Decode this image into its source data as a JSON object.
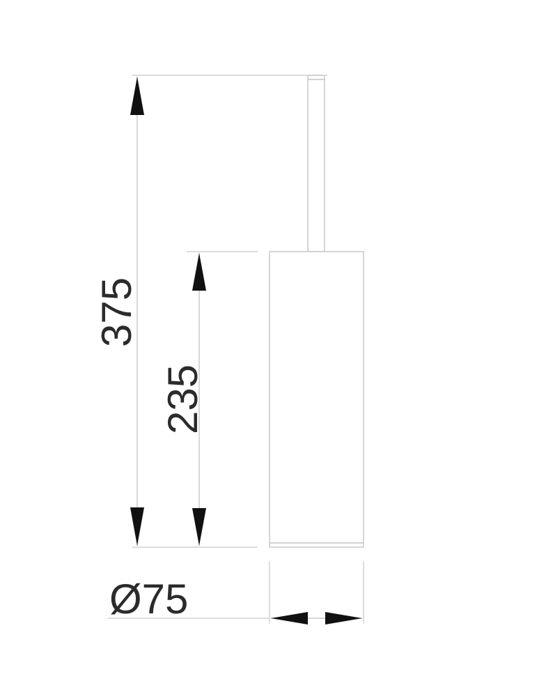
{
  "dimensions": {
    "total_height": "375",
    "container_height": "235",
    "diameter": "Ø75"
  },
  "colors": {
    "text": "#2b2b2b",
    "arrow": "#111111",
    "line": "#c4c4c4"
  }
}
